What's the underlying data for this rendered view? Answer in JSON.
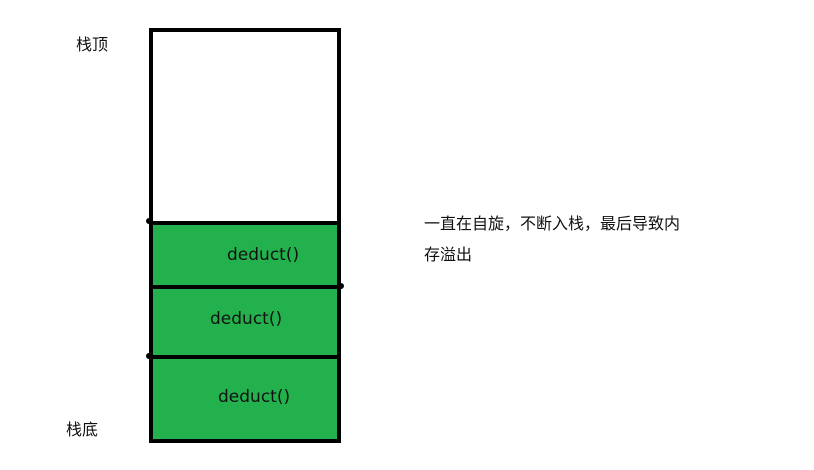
{
  "labels": {
    "stack_top": "栈顶",
    "stack_bottom": "栈底"
  },
  "stack": {
    "frames": [
      {
        "text": "deduct()"
      },
      {
        "text": "deduct()"
      },
      {
        "text": "deduct()"
      }
    ]
  },
  "note": {
    "line1": "一直在自旋，不断入栈，最后导致内",
    "line2": "存溢出"
  },
  "colors": {
    "frame_fill": "#22b14c",
    "border": "#000000",
    "background": "#ffffff"
  }
}
